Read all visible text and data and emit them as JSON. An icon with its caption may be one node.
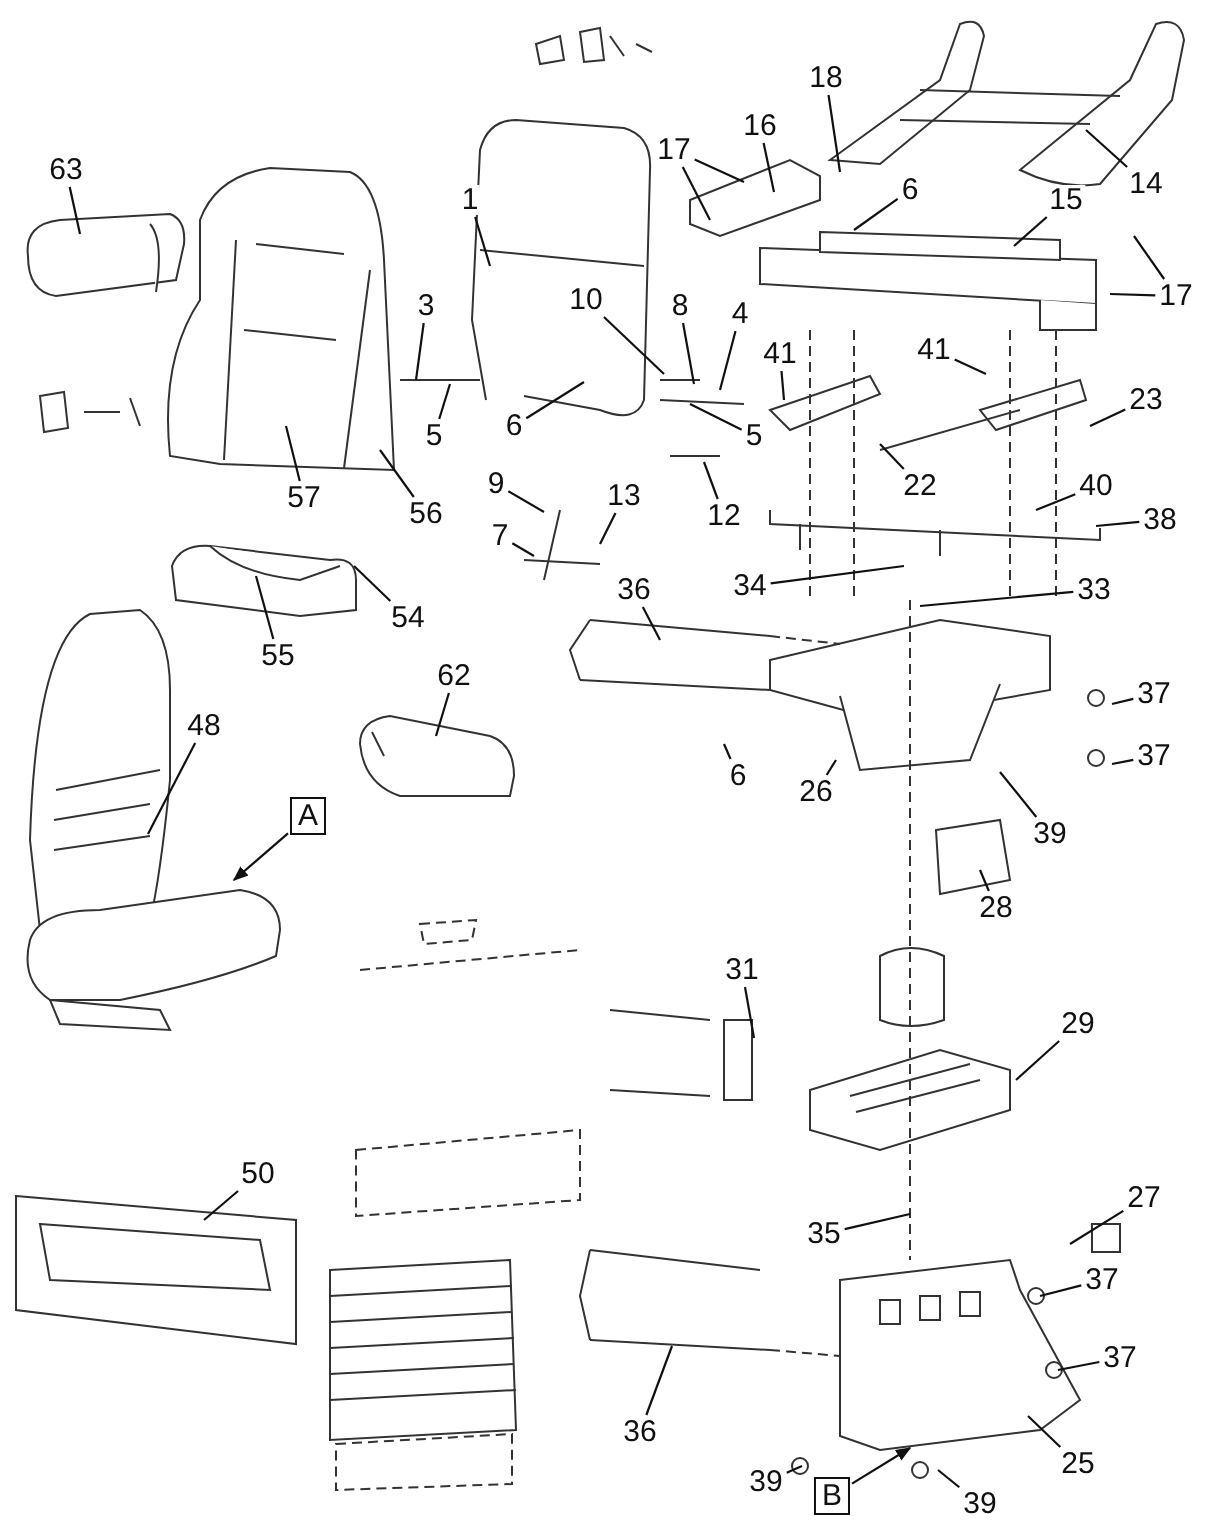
{
  "diagram": {
    "nodes": [
      {
        "text": [
          "18"
        ]
      },
      {
        "text": [
          "16"
        ]
      },
      {
        "text": [
          "17"
        ]
      },
      {
        "text": [
          "63"
        ]
      },
      {
        "text": [
          "14"
        ]
      },
      {
        "text": [
          "6"
        ]
      },
      {
        "text": [
          "1"
        ]
      },
      {
        "text": [
          "15"
        ]
      },
      {
        "text": [
          "17"
        ]
      },
      {
        "text": [
          "10"
        ]
      },
      {
        "text": [
          "3"
        ]
      },
      {
        "text": [
          "8"
        ]
      },
      {
        "text": [
          "4"
        ]
      },
      {
        "text": [
          "41"
        ]
      },
      {
        "text": [
          "41"
        ]
      },
      {
        "text": [
          "23"
        ]
      },
      {
        "text": [
          "5"
        ]
      },
      {
        "text": [
          "6"
        ]
      },
      {
        "text": [
          "5"
        ]
      },
      {
        "text": [
          "9"
        ]
      },
      {
        "text": [
          "22"
        ]
      },
      {
        "text": [
          "40"
        ]
      },
      {
        "text": [
          "13"
        ]
      },
      {
        "text": [
          "57"
        ]
      },
      {
        "text": [
          "56"
        ]
      },
      {
        "text": [
          "12"
        ]
      },
      {
        "text": [
          "38"
        ]
      },
      {
        "text": [
          "7"
        ]
      },
      {
        "text": [
          "34"
        ]
      },
      {
        "text": [
          "36"
        ]
      },
      {
        "text": [
          "33"
        ]
      },
      {
        "text": [
          "54"
        ]
      },
      {
        "text": [
          "55"
        ]
      },
      {
        "text": [
          "62"
        ]
      },
      {
        "text": [
          "37"
        ]
      },
      {
        "text": [
          "48"
        ]
      },
      {
        "text": [
          "37"
        ]
      },
      {
        "text": [
          "6"
        ]
      },
      {
        "text": [
          "26"
        ]
      },
      {
        "text": [
          "A"
        ]
      },
      {
        "text": [
          "39"
        ]
      },
      {
        "text": [
          "28"
        ]
      },
      {
        "text": [
          "31"
        ]
      },
      {
        "text": [
          "29"
        ]
      },
      {
        "text": [
          "50"
        ]
      },
      {
        "text": [
          "27"
        ]
      },
      {
        "text": [
          "35"
        ]
      },
      {
        "text": [
          "37"
        ]
      },
      {
        "text": [
          "37"
        ]
      },
      {
        "text": [
          "36"
        ]
      },
      {
        "text": [
          "25"
        ]
      },
      {
        "text": [
          "39"
        ]
      },
      {
        "text": [
          "B"
        ]
      },
      {
        "text": [
          "39"
        ]
      }
    ],
    "edges": [
      {
        "from": 0,
        "to": null,
        "arrow": "none"
      },
      {
        "from": 1,
        "to": null,
        "arrow": "none"
      },
      {
        "from": 2,
        "to": null,
        "arrow": "none"
      },
      {
        "from": 2,
        "to": null,
        "arrow": "none"
      },
      {
        "from": 3,
        "to": null,
        "arrow": "none"
      },
      {
        "from": 4,
        "to": null,
        "arrow": "none"
      },
      {
        "from": 5,
        "to": null,
        "arrow": "none"
      },
      {
        "from": 6,
        "to": null,
        "arrow": "none"
      },
      {
        "from": 7,
        "to": null,
        "arrow": "none"
      },
      {
        "from": 8,
        "to": null,
        "arrow": "none"
      },
      {
        "from": 8,
        "to": null,
        "arrow": "none"
      },
      {
        "from": 9,
        "to": null,
        "arrow": "none"
      },
      {
        "from": 10,
        "to": null,
        "arrow": "none"
      },
      {
        "from": 11,
        "to": null,
        "arrow": "none"
      },
      {
        "from": 12,
        "to": null,
        "arrow": "none"
      },
      {
        "from": 13,
        "to": null,
        "arrow": "none"
      },
      {
        "from": 14,
        "to": null,
        "arrow": "none"
      },
      {
        "from": 15,
        "to": null,
        "arrow": "none"
      },
      {
        "from": 16,
        "to": null,
        "arrow": "none"
      },
      {
        "from": 17,
        "to": null,
        "arrow": "none"
      },
      {
        "from": 18,
        "to": null,
        "arrow": "none"
      },
      {
        "from": 19,
        "to": null,
        "arrow": "none"
      },
      {
        "from": 20,
        "to": null,
        "arrow": "none"
      },
      {
        "from": 21,
        "to": null,
        "arrow": "none"
      },
      {
        "from": 22,
        "to": null,
        "arrow": "none"
      },
      {
        "from": 23,
        "to": null,
        "arrow": "none"
      },
      {
        "from": 24,
        "to": null,
        "arrow": "none"
      },
      {
        "from": 25,
        "to": null,
        "arrow": "none"
      },
      {
        "from": 26,
        "to": null,
        "arrow": "none"
      },
      {
        "from": 27,
        "to": null,
        "arrow": "none"
      },
      {
        "from": 28,
        "to": null,
        "arrow": "none"
      },
      {
        "from": 29,
        "to": null,
        "arrow": "none"
      },
      {
        "from": 30,
        "to": null,
        "arrow": "none"
      },
      {
        "from": 31,
        "to": null,
        "arrow": "none"
      },
      {
        "from": 32,
        "to": null,
        "arrow": "none"
      },
      {
        "from": 33,
        "to": null,
        "arrow": "none"
      },
      {
        "from": 34,
        "to": null,
        "arrow": "none"
      },
      {
        "from": 35,
        "to": null,
        "arrow": "none"
      },
      {
        "from": 36,
        "to": null,
        "arrow": "none"
      },
      {
        "from": 37,
        "to": null,
        "arrow": "none"
      },
      {
        "from": 38,
        "to": null,
        "arrow": "none"
      },
      {
        "from": 39,
        "to": null,
        "arrow": "to"
      },
      {
        "from": 40,
        "to": null,
        "arrow": "none"
      },
      {
        "from": 41,
        "to": null,
        "arrow": "none"
      },
      {
        "from": 42,
        "to": null,
        "arrow": "none"
      },
      {
        "from": 43,
        "to": null,
        "arrow": "none"
      },
      {
        "from": 44,
        "to": null,
        "arrow": "none"
      },
      {
        "from": 45,
        "to": null,
        "arrow": "none"
      },
      {
        "from": 46,
        "to": null,
        "arrow": "none"
      },
      {
        "from": 47,
        "to": null,
        "arrow": "none"
      },
      {
        "from": 48,
        "to": null,
        "arrow": "none"
      },
      {
        "from": 49,
        "to": null,
        "arrow": "none"
      },
      {
        "from": 50,
        "to": null,
        "arrow": "none"
      },
      {
        "from": 51,
        "to": null,
        "arrow": "none"
      },
      {
        "from": 52,
        "to": null,
        "arrow": "to"
      },
      {
        "from": 53,
        "to": null,
        "arrow": "none"
      }
    ]
  }
}
